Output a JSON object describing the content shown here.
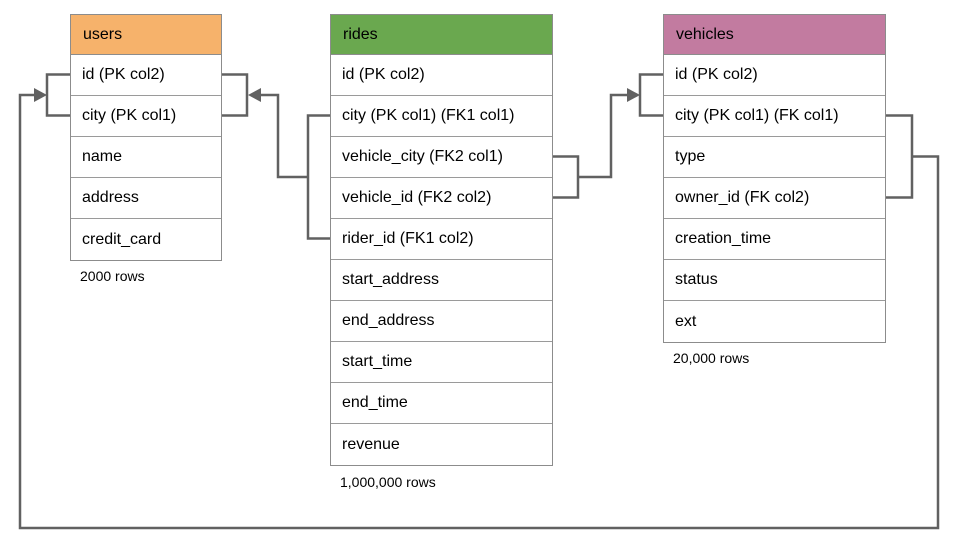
{
  "diagram": {
    "line_color": "#616161",
    "tables": [
      {
        "name": "users",
        "header_color": "#f6b26b",
        "row_count_label": "2000 rows",
        "columns": [
          "id (PK col2)",
          "city (PK col1)",
          "name",
          "address",
          "credit_card"
        ]
      },
      {
        "name": "rides",
        "header_color": "#6aa84f",
        "row_count_label": "1,000,000 rows",
        "columns": [
          "id (PK col2)",
          "city (PK col1) (FK1 col1)",
          "vehicle_city (FK2 col1)",
          "vehicle_id (FK2 col2)",
          "rider_id (FK1 col2)",
          "start_address",
          "end_address",
          "start_time",
          "end_time",
          "revenue"
        ]
      },
      {
        "name": "vehicles",
        "header_color": "#c27ba0",
        "row_count_label": "20,000 rows",
        "columns": [
          "id (PK col2)",
          "city (PK col1) (FK col1)",
          "type",
          "owner_id (FK col2)",
          "creation_time",
          "status",
          "ext"
        ]
      }
    ],
    "relationships": [
      {
        "name": "fk1-rides-to-users",
        "from": "rides (city, rider_id)",
        "to": "users (id, city)"
      },
      {
        "name": "fk2-rides-to-vehicles",
        "from": "rides (vehicle_city, vehicle_id)",
        "to": "vehicles (id, city)"
      },
      {
        "name": "fk-vehicles-to-users",
        "from": "vehicles (city, owner_id)",
        "to": "users (id, city)"
      }
    ]
  }
}
